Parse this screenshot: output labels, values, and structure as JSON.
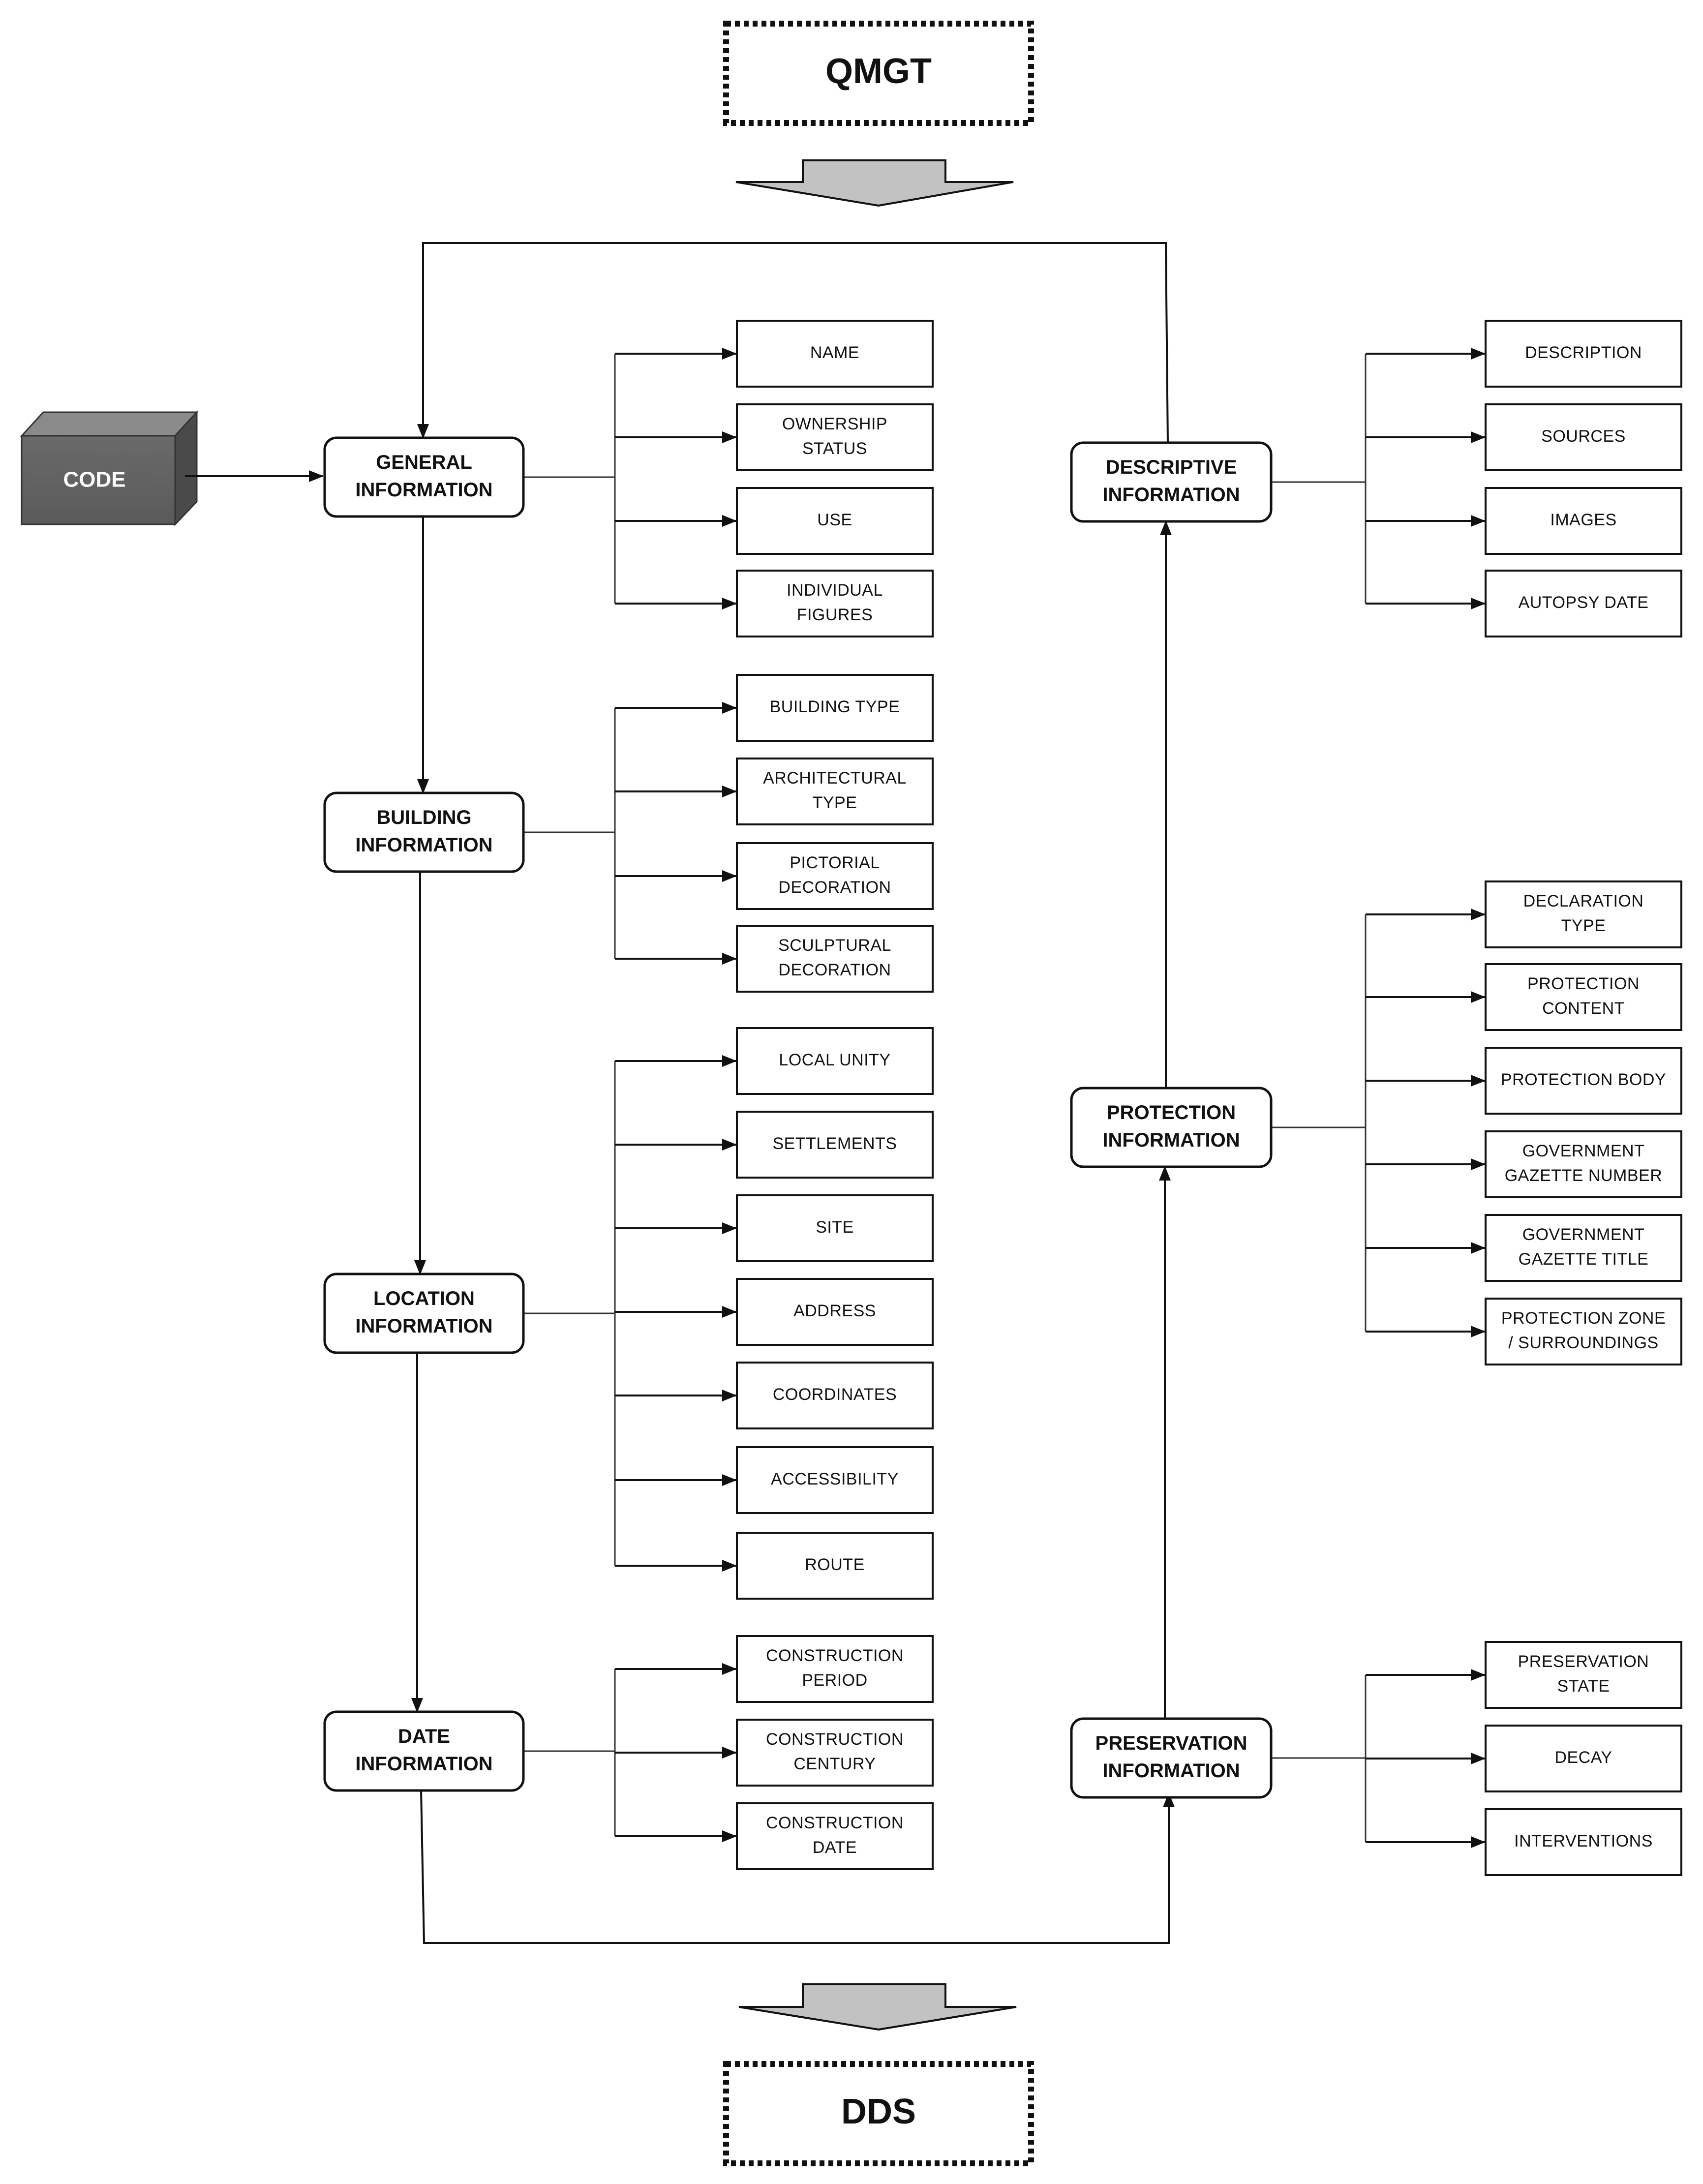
{
  "top_label": "QMGT",
  "bottom_label": "DDS",
  "code_label": "CODE",
  "groups": {
    "general": {
      "title": [
        "GENERAL",
        "INFORMATION"
      ],
      "items": [
        [
          "NAME"
        ],
        [
          "OWNERSHIP",
          "STATUS"
        ],
        [
          "USE"
        ],
        [
          "INDIVIDUAL",
          "FIGURES"
        ]
      ]
    },
    "building": {
      "title": [
        "BUILDING",
        "INFORMATION"
      ],
      "items": [
        [
          "BUILDING TYPE"
        ],
        [
          "ARCHITECTURAL",
          "TYPE"
        ],
        [
          "PICTORIAL",
          "DECORATION"
        ],
        [
          "SCULPTURAL",
          "DECORATION"
        ]
      ]
    },
    "location": {
      "title": [
        "LOCATION",
        "INFORMATION"
      ],
      "items": [
        [
          "LOCAL UNITY"
        ],
        [
          "SETTLEMENTS"
        ],
        [
          "SITE"
        ],
        [
          "ADDRESS"
        ],
        [
          "COORDINATES"
        ],
        [
          "ACCESSIBILITY"
        ],
        [
          "ROUTE"
        ]
      ]
    },
    "date": {
      "title": [
        "DATE",
        "INFORMATION"
      ],
      "items": [
        [
          "CONSTRUCTION",
          "PERIOD"
        ],
        [
          "CONSTRUCTION",
          "CENTURY"
        ],
        [
          "CONSTRUCTION",
          "DATE"
        ]
      ]
    },
    "descriptive": {
      "title": [
        "DESCRIPTIVE",
        "INFORMATION"
      ],
      "items": [
        [
          "DESCRIPTION"
        ],
        [
          "SOURCES"
        ],
        [
          "IMAGES"
        ],
        [
          "AUTOPSY DATE"
        ]
      ]
    },
    "protection": {
      "title": [
        "PROTECTION",
        "INFORMATION"
      ],
      "items": [
        [
          "DECLARATION",
          "TYPE"
        ],
        [
          "PROTECTION",
          "CONTENT"
        ],
        [
          "PROTECTION BODY"
        ],
        [
          "GOVERNMENT",
          "GAZETTE NUMBER"
        ],
        [
          "GOVERNMENT",
          "GAZETTE TITLE"
        ],
        [
          "PROTECTION ZONE",
          "/ SURROUNDINGS"
        ]
      ]
    },
    "preservation": {
      "title": [
        "PRESERVATION",
        "INFORMATION"
      ],
      "items": [
        [
          "PRESERVATION",
          "STATE"
        ],
        [
          "DECAY"
        ],
        [
          "INTERVENTIONS"
        ]
      ]
    }
  }
}
